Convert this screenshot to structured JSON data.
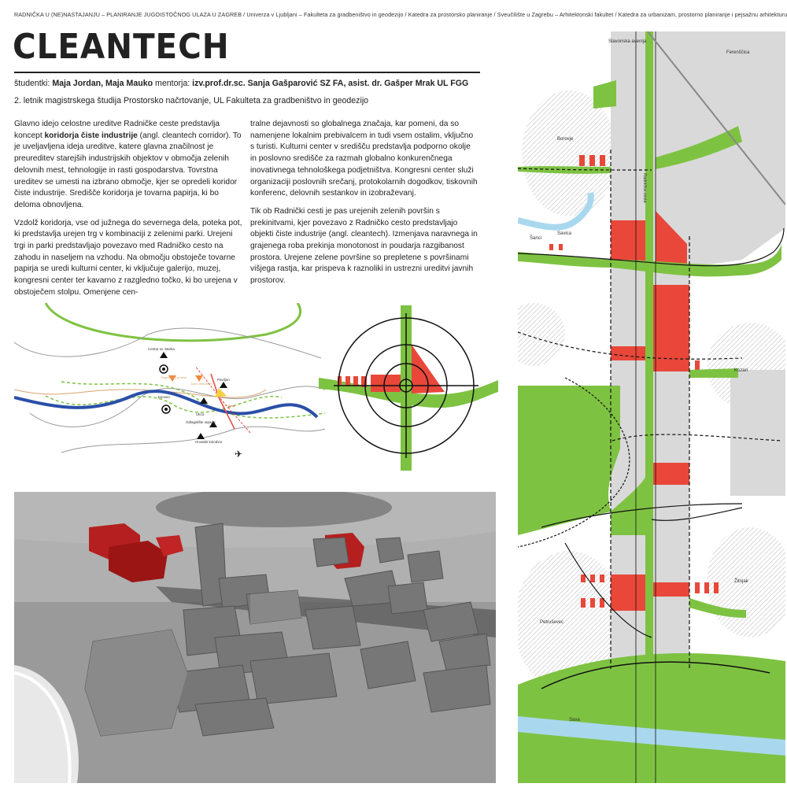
{
  "header": "RADNIČKA U (NE)NASTAJANJU – PLANIRANJE JUGOISTOČNOG ULAZA U ZAGREB / Univerza v Ljubljani – Fakulteta za gradbeništvo in geodezijo / Katedra za prostorsko planiranje / Sveučilište u Zagrebu – Arhitektonski fakultet / Katedra za urbanizam, prostorno planiranje i pejsažnu arhitekturu",
  "title": "CLEANTECH",
  "credits": {
    "students_label": "študentki:",
    "students": "Maja Jordan, Maja Mauko",
    "mentors_label": "mentorja:",
    "mentors": "izv.prof.dr.sc. Sanja Gašparović SZ FA, asist. dr. Gašper Mrak UL FGG"
  },
  "program": "2. letnik magistrskega študija Prostorsko načrtovanje, UL Fakulteta za gradbeništvo in geodezijo",
  "text": {
    "p1_a": "Glavno idejo celostne ureditve Radničke ceste predstavlja koncept ",
    "p1_bold": "koridorja čiste industrije",
    "p1_b": " (angl. cleantech corridor). To je uveljavljena ideja ureditve, katere glavna značilnost je preureditev starejših industrijskih objektov v območja zelenih delovnih mest, tehnologije in rasti gospodarstva. Tovrstna ureditev se umesti na izbrano območje, kjer se opredeli koridor čiste industrije. Središče koridorja je tovarna papirja, ki bo deloma obnovljena.",
    "p2": "Vzdolž koridorja, vse od južnega do severnega dela, poteka pot, ki predstavlja urejen trg v kombinaciji z zelenimi parki. Urejeni trgi  in parki predstavljajo povezavo med Radničko cesto na zahodu in naseljem na vzhodu. Na območju obstoječe tovarne papirja se uredi kulturni center, ki vključuje galerijo, muzej, kongresni center ter kavarno z razgledno točko, ki bo urejena v obstoječem stolpu. Omenjene cen-",
    "p3": "tralne dejavnosti so globalnega značaja, kar pomeni, da so namenjene lokalnim prebivalcem in tudi vsem ostalim, vključno s turisti. Kulturni center v središču predstavlja podporno okolje in poslovno središče za razmah globalno konkurenčnega inovativnega tehnološkega podjetništva. Kongresni center služi organizaciji poslovnih srečanj, protokolarnih dogodkov, tiskovnih konferenc, delovnih sestankov in izobraževanj.",
    "p4": "Tik ob Radnički cesti je pas urejenih zelenih površin s prekinitvami, kjer povezavo z Radničko cesto predstavljajo objekti čiste industrije (angl. cleantech). Izmenjava naravnega in grajenega roba prekinja monotonost in poudarja razgibanost prostora. Urejene zelene površine so prepletene s površinami višjega rastja, kar prispeva k raznoliki in ustrezni ureditvi javnih prostorov."
  },
  "context_map": {
    "labels": [
      "Centar sv. Marka",
      "Jarosvo",
      "Paviljon",
      "Odlagalište otpada",
      "Hrvatski kolodvor",
      "Zagrebački prostor",
      "Južni aerodrom",
      "Ulica",
      "Aero"
    ]
  },
  "plan_map": {
    "labels": [
      "Slavonska avenija",
      "Ferenščica",
      "Borovje",
      "Radnička cesta",
      "Šanci",
      "Savica",
      "Kozari",
      "Žitnjak",
      "Petruševec",
      "Sava"
    ]
  },
  "colors": {
    "green": "#7ec242",
    "red": "#e8473a",
    "blue": "#2a4fa8",
    "river": "#a9d8ee",
    "grey": "#d9d9d9"
  }
}
